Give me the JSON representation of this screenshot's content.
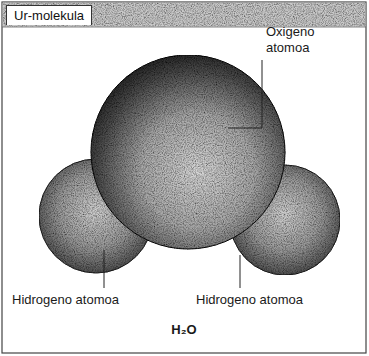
{
  "diagram": {
    "title": "Ur-molekula",
    "labels": [
      "Oxigeno atomoa",
      "Hidrogeno atomoa",
      "Hidrogeno atomoa",
      "H₂O"
    ]
  }
}
